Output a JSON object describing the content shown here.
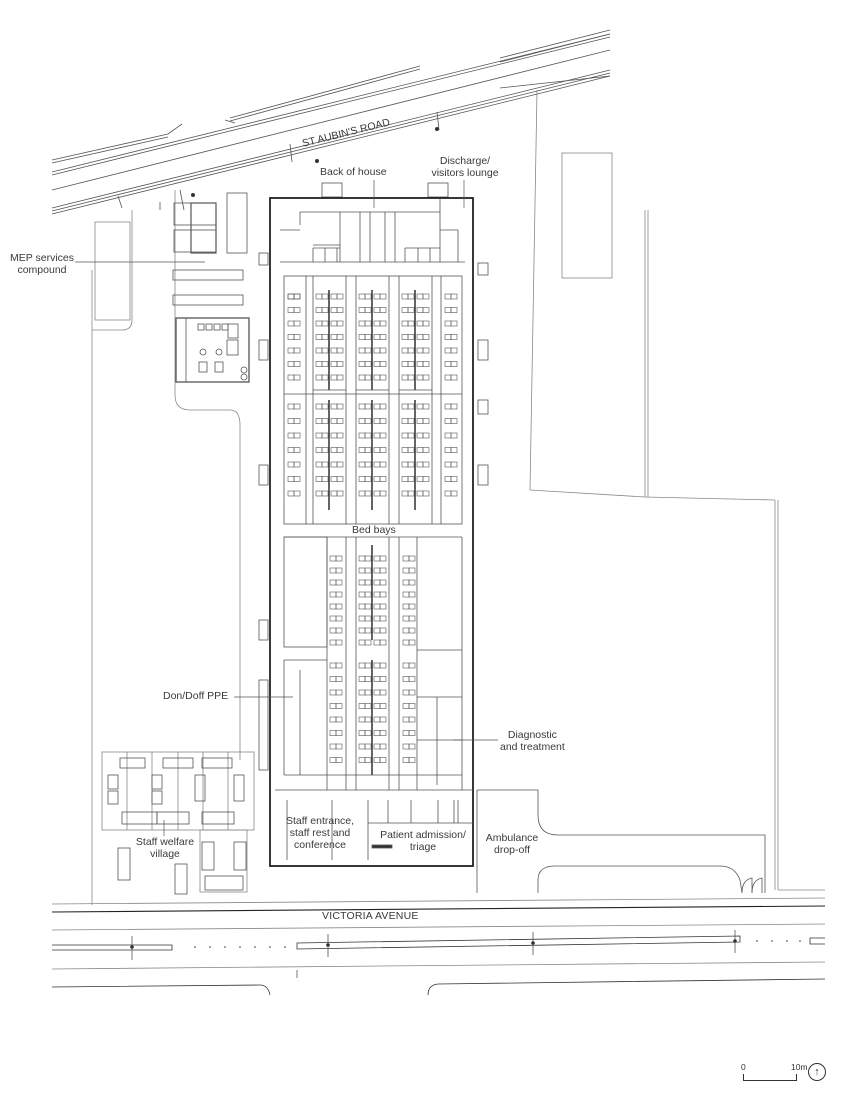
{
  "drawing": {
    "type": "site-plan",
    "roads": {
      "north": "ST AUBIN'S ROAD",
      "south": "VICTORIA AVENUE"
    },
    "labels": {
      "back_of_house": "Back of house",
      "discharge_line1": "Discharge/",
      "discharge_line2": "visitors lounge",
      "mep_line1": "MEP services",
      "mep_line2": "compound",
      "bed_bays": "Bed bays",
      "don_doff": "Don/Doff PPE",
      "diagnostic_line1": "Diagnostic",
      "diagnostic_line2": "and treatment",
      "staff_entrance_line1": "Staff entrance,",
      "staff_entrance_line2": "staff rest and",
      "staff_entrance_line3": "conference",
      "patient_admission_line1": "Patient admission/",
      "patient_admission_line2": "triage",
      "ambulance_line1": "Ambulance",
      "ambulance_line2": "drop-off",
      "staff_welfare_line1": "Staff welfare",
      "staff_welfare_line2": "village"
    },
    "scale_bar": {
      "start": "0",
      "end": "10m"
    },
    "north_arrow": "north-arrow-icon",
    "colors": {
      "line": "#3a3a3a",
      "light_line": "#8a8a8a",
      "background": "#ffffff"
    }
  }
}
